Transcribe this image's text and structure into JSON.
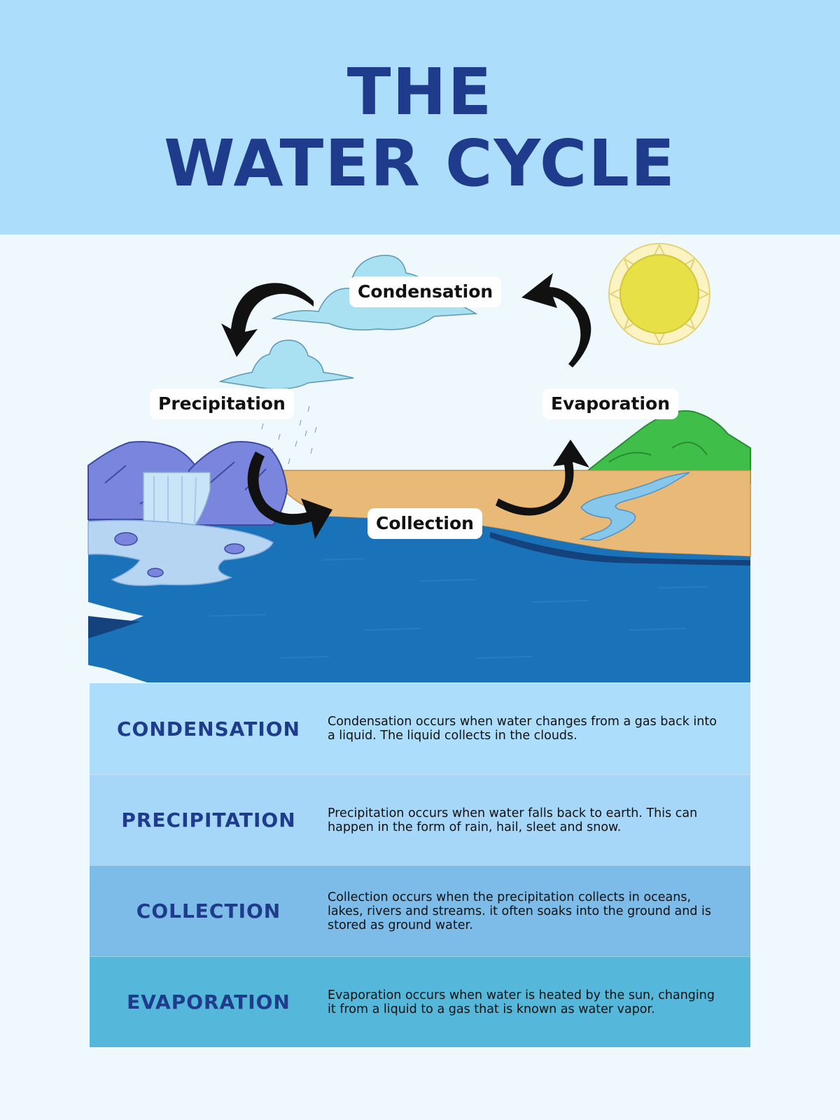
{
  "title": {
    "line1": "THE",
    "line2": "WATER CYCLE"
  },
  "diagram": {
    "labels": {
      "condensation": "Condensation",
      "precipitation": "Precipitation",
      "evaporation": "Evaporation",
      "collection": "Collection"
    }
  },
  "stages": [
    {
      "term": "CONDENSATION",
      "description": "Condensation occurs when water changes from a gas back into a liquid. The liquid collects in the clouds.",
      "color": "#acdefc"
    },
    {
      "term": "PRECIPITATION",
      "description": "Precipitation occurs when water falls back to earth. This can happen in the form of rain, hail, sleet and snow.",
      "color": "#a6d6f8"
    },
    {
      "term": "COLLECTION",
      "description": "Collection occurs when the precipitation collects in oceans, lakes, rivers and streams. it often soaks into the ground and is stored as ground water.",
      "color": "#7dbce8"
    },
    {
      "term": "EVAPORATION",
      "description": "Evaporation occurs when water is heated by the sun, changing it from a liquid to a gas that is known as water vapor.",
      "color": "#55b7da"
    }
  ],
  "colors": {
    "header_bg": "#acdefc",
    "page_bg": "#eff9fd",
    "title": "#1f3b8c",
    "ocean": "#1a72b8",
    "sand": "#e9b978",
    "mountain": "#7a86dd",
    "hill": "#3fbf4a",
    "sun": "#e8e047"
  },
  "icons": [
    "sun-icon",
    "cloud-icon",
    "arrow-icon",
    "waterfall-icon",
    "mountain-icon",
    "hill-icon"
  ]
}
